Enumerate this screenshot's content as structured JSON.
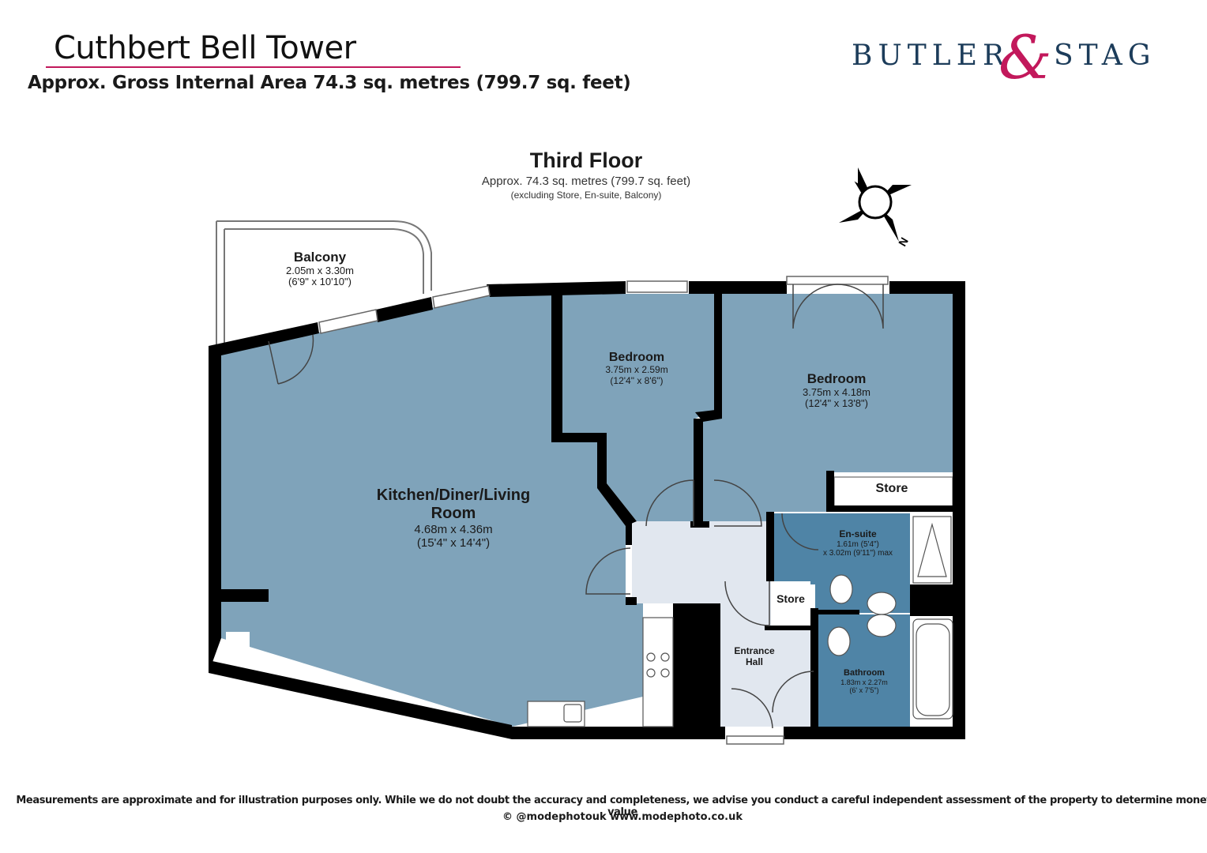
{
  "header": {
    "title": "Cuthbert Bell Tower",
    "subtitle": "Approx. Gross Internal Area 74.3 sq. metres (799.7 sq. feet)"
  },
  "logo": {
    "word_left": "BUTLER",
    "ampersand": "&",
    "word_right": "STAG"
  },
  "floor": {
    "title": "Third Floor",
    "area": "Approx. 74.3 sq. metres (799.7 sq. feet)",
    "note": "(excluding Store, En-suite, Balcony)"
  },
  "compass": {
    "north_label": "N"
  },
  "rooms": {
    "balcony": {
      "name": "Balcony",
      "dim_m": "2.05m x 3.30m",
      "dim_ft": "(6'9\" x 10'10\")"
    },
    "bedroom_small": {
      "name": "Bedroom",
      "dim_m": "3.75m x 2.59m",
      "dim_ft": "(12'4\" x 8'6\")"
    },
    "bedroom_large": {
      "name": "Bedroom",
      "dim_m": "3.75m x 4.18m",
      "dim_ft": "(12'4\" x 13'8\")"
    },
    "living": {
      "name_line1": "Kitchen/Diner/Living",
      "name_line2": "Room",
      "dim_m": "4.68m x 4.36m",
      "dim_ft": "(15'4\" x 14'4\")"
    },
    "store_bedroom": {
      "name": "Store"
    },
    "ensuite": {
      "name": "En-suite",
      "dim_1": "1.61m (5'4\")",
      "dim_2": "x 3.02m (9'11\") max"
    },
    "store_hall": {
      "name": "Store"
    },
    "entrance_hall": {
      "name_line1": "Entrance",
      "name_line2": "Hall"
    },
    "bathroom": {
      "name": "Bathroom",
      "dim_m": "1.83m x 2.27m",
      "dim_ft": "(6' x 7'5\")"
    }
  },
  "colors": {
    "room_fill": "#7fa3ba",
    "wet_room_fill": "#4f84a6",
    "hall_fill": "#e1e7ef",
    "wall": "#000000",
    "brand_navy": "#1c3c5a",
    "brand_pink": "#c2185b"
  },
  "footer": {
    "disclaimer": "Measurements are approximate and for illustration purposes only. While we do not doubt the accuracy and completeness, we advise you conduct a careful independent assessment of the property to determine monetary value",
    "credit": "© @modephotouk www.modephoto.co.uk"
  }
}
